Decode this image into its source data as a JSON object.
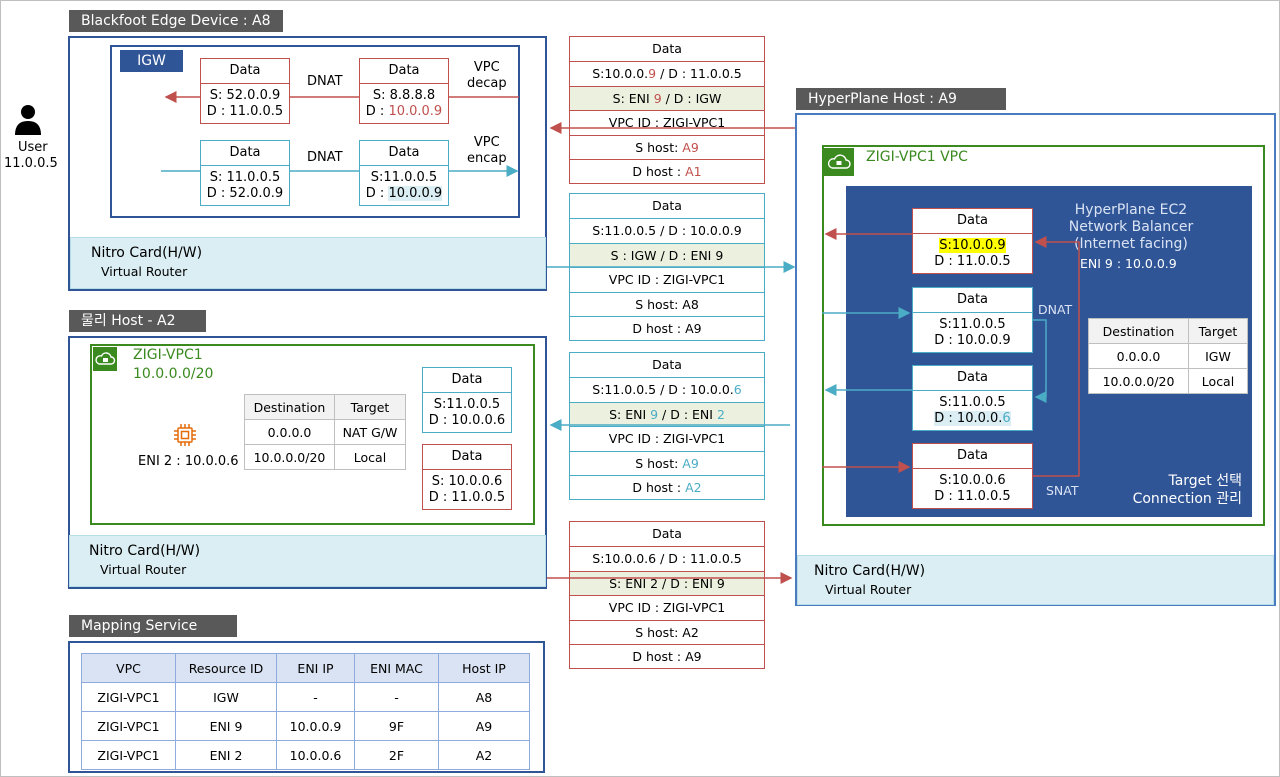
{
  "blackfoot": {
    "title": "Blackfoot Edge Device : A8",
    "igw": "IGW",
    "d1": {
      "header": "Data",
      "l1": "S: 52.0.0.9",
      "l2": "D : 11.0.0.5"
    },
    "dnat_top": "DNAT",
    "d2": {
      "header": "Data",
      "l1": "S: 8.8.8.8",
      "l2_pre": "D : ",
      "l2_hl": "10.0.0.9"
    },
    "vpc_decap": [
      "VPC",
      "decap"
    ],
    "d3": {
      "header": "Data",
      "l1": "S: 11.0.0.5",
      "l2": "D : 52.0.0.9"
    },
    "dnat_bottom": "DNAT",
    "d4": {
      "header": "Data",
      "l1": "S:11.0.0.5",
      "l2_pre": "D : ",
      "l2_hl": "10.0.0.9"
    },
    "vpc_encap": [
      "VPC",
      "encap"
    ],
    "nitro": [
      "Nitro Card(H/W)",
      "Virtual Router"
    ]
  },
  "user": {
    "label": "User",
    "ip": "11.0.0.5"
  },
  "packets": {
    "p1": {
      "r1": "Data",
      "r2_pre": "S:10.0.0.",
      "r2_hl": "9",
      "r2_post": " / D : 11.0.0.5",
      "r3_pre": "S: ENI ",
      "r3_hl": "9",
      "r3_post": " / D : IGW",
      "r4": "VPC ID : ZIGI-VPC1",
      "r5_pre": "S host: ",
      "r5_hl": "A9",
      "r6_pre": "D host : ",
      "r6_hl": "A1"
    },
    "p2": {
      "r1": "Data",
      "r2": "S:11.0.0.5 / D : 10.0.0.9",
      "r3": "S : IGW / D : ENI 9",
      "r4": "VPC ID : ZIGI-VPC1",
      "r5": "S host: A8",
      "r6": "D host : A9"
    },
    "p3": {
      "r1": "Data",
      "r2_pre": "S:11.0.0.5 / D : 10.0.0.",
      "r2_hl": "6",
      "r3_pre": "S: ENI ",
      "r3_hl1": "9",
      "r3_mid": " / D : ENI ",
      "r3_hl2": "2",
      "r4": "VPC ID : ZIGI-VPC1",
      "r5_pre": "S host: ",
      "r5_hl": "A9",
      "r6_pre": "D host : ",
      "r6_hl": "A2"
    },
    "p4": {
      "r1": "Data",
      "r2": "S:10.0.0.6 / D : 11.0.0.5",
      "r3": "S: ENI 2 / D : ENI 9",
      "r4": "VPC ID : ZIGI-VPC1",
      "r5": "S host: A2",
      "r6": "D host : A9"
    }
  },
  "physical": {
    "title": "물리 Host - A2",
    "vpc_name": "ZIGI-VPC1",
    "vpc_cidr": "10.0.0.0/20",
    "eni": "ENI 2 : 10.0.0.6",
    "route_table": [
      [
        "Destination",
        "Target"
      ],
      [
        "0.0.0.0",
        "NAT G/W"
      ],
      [
        "10.0.0.0/20",
        "Local"
      ]
    ],
    "d1": {
      "header": "Data",
      "l1": "S:11.0.0.5",
      "l2": "D : 10.0.0.6"
    },
    "d2": {
      "header": "Data",
      "l1": "S: 10.0.0.6",
      "l2": "D : 11.0.0.5"
    },
    "nitro": [
      "Nitro Card(H/W)",
      "Virtual Router"
    ]
  },
  "hyperplane": {
    "title": "HyperPlane Host : A9",
    "vpc_label": "ZIGI-VPC1 VPC",
    "nlb": [
      "HyperPlane EC2",
      "Network Balancer",
      "(Internet facing)"
    ],
    "eni": "ENI 9 : 10.0.0.9",
    "d1": {
      "header": "Data",
      "l1": "S:10.0.0.9",
      "l2": "D : 11.0.0.5"
    },
    "d2": {
      "header": "Data",
      "l1": "S:11.0.0.5",
      "l2": "D : 10.0.0.9"
    },
    "d3": {
      "header": "Data",
      "l1": "S:11.0.0.5",
      "l2_pre": "D : 10.0.0.",
      "l2_hl": "6"
    },
    "d4": {
      "header": "Data",
      "l1": "S:10.0.0.6",
      "l2": "D : 11.0.0.5"
    },
    "dnat": "DNAT",
    "snat": "SNAT",
    "route_table": [
      [
        "Destination",
        "Target"
      ],
      [
        "0.0.0.0",
        "IGW"
      ],
      [
        "10.0.0.0/20",
        "Local"
      ]
    ],
    "target": [
      "Target 선택",
      "Connection 관리"
    ],
    "nitro": [
      "Nitro Card(H/W)",
      "Virtual Router"
    ]
  },
  "mapping": {
    "title": "Mapping Service",
    "headers": [
      "VPC",
      "Resource ID",
      "ENI IP",
      "ENI MAC",
      "Host IP"
    ],
    "rows": [
      [
        "ZIGI-VPC1",
        "IGW",
        "-",
        "-",
        "A8"
      ],
      [
        "ZIGI-VPC1",
        "ENI 9",
        "10.0.0.9",
        "9F",
        "A9"
      ],
      [
        "ZIGI-VPC1",
        "ENI 2",
        "10.0.0.6",
        "2F",
        "A2"
      ]
    ]
  },
  "colors": {
    "red": "#c0504d",
    "blue": "#4bacc6",
    "navy": "#2f5597",
    "green": "#3a8a1f",
    "nlb": "#2f5597"
  },
  "icons": [
    "user-icon",
    "lock-cloud-icon",
    "chip-icon"
  ]
}
